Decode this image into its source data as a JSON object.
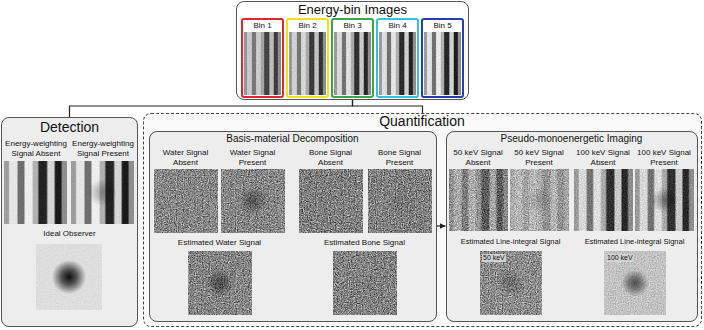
{
  "diagram": {
    "nodes": [
      {
        "text": [
          "Energy-bin Images"
        ]
      },
      {
        "text": [
          "Bin 1"
        ],
        "in": 0
      },
      {
        "text": [
          "Bin 2"
        ],
        "in": 0
      },
      {
        "text": [
          "Bin 3"
        ],
        "in": 0
      },
      {
        "text": [
          "Bin 4"
        ],
        "in": 0
      },
      {
        "text": [
          "Bin 5"
        ],
        "in": 0
      },
      {
        "text": [
          "Detection",
          "Energy-weighting Signal Absent",
          "Energy-weighting Signal Present",
          "Ideal Observer"
        ]
      },
      {
        "text": [
          "Quantification"
        ]
      },
      {
        "text": [
          "Basis-material Decomposition",
          "Water Signal Absent",
          "Water Signal Present",
          "Bone Signal Absent",
          "Bone Signal Present",
          "Estimated Water Signal",
          "Estimated Bone Signal"
        ],
        "in": 7
      },
      {
        "text": [
          "Pseudo-monoenergetic Imaging",
          "50 keV Signal Absent",
          "50 keV Signal Present",
          "100 keV Signal Absent",
          "100 keV Signal Present",
          "Estimated Line-integral Signal",
          "Estimated Line-integral Signal"
        ],
        "in": 7
      }
    ],
    "edges": [
      {
        "from": 0,
        "to": 6,
        "arrow": "none"
      },
      {
        "from": 0,
        "to": 7,
        "arrow": "none"
      },
      {
        "from": 8,
        "to": 9,
        "arrow": "to"
      }
    ],
    "labels": [
      "50 keV",
      "100 keV"
    ]
  }
}
